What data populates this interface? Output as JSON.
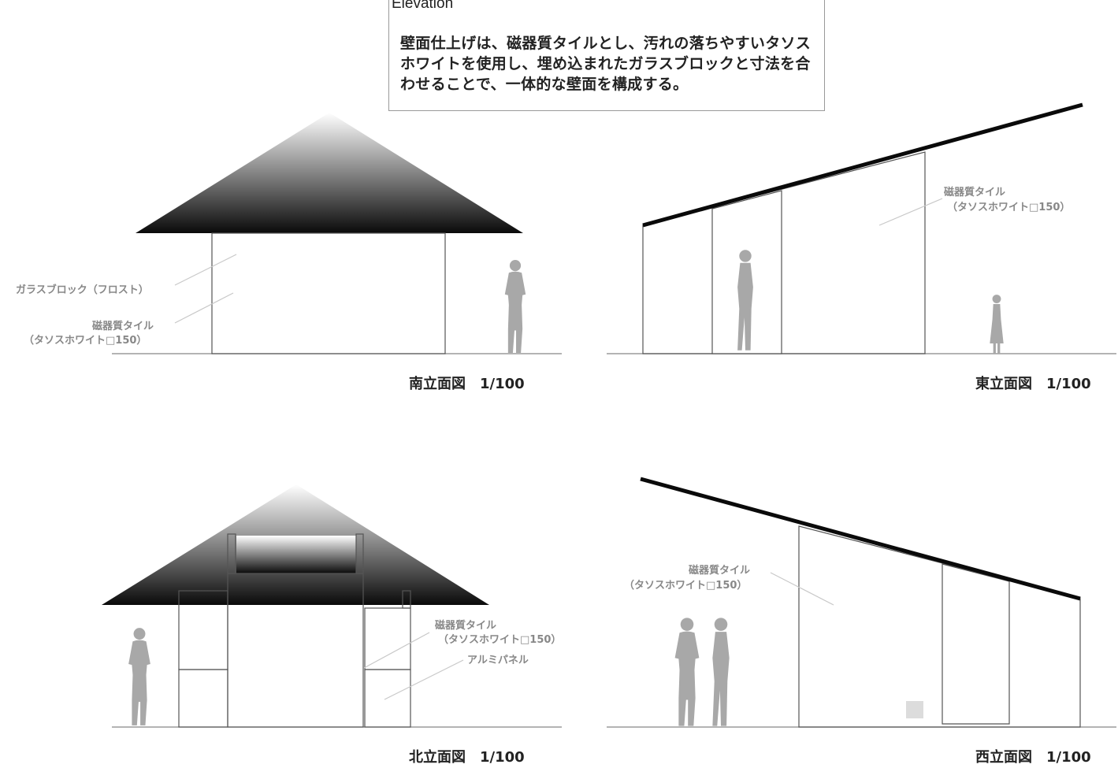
{
  "header": {
    "title": "Elevation",
    "note": "壁面仕上げは、磁器質タイルとし、汚れの落ちやすいタソスホワイトを使用し、埋め込まれたガラスブロックと寸法を合わせることで、一体的な壁面を構成する。"
  },
  "labels": {
    "glass_block": "ガラスブロック（フロスト）",
    "tile": "磁器質タイル",
    "tile_spec": "（タソスホワイト□150）",
    "alu_panel": "アルミパネル"
  },
  "titles": {
    "south": "南立面図　1/100",
    "east": "東立面図　1/100",
    "north": "北立面図　1/100",
    "west": "西立面図　1/100"
  },
  "colors": {
    "roof_dark": "#0a0a0a",
    "roof_light": "#ffffff",
    "human_figure": "#a8a8a8",
    "grid": "#cfcfcf"
  }
}
